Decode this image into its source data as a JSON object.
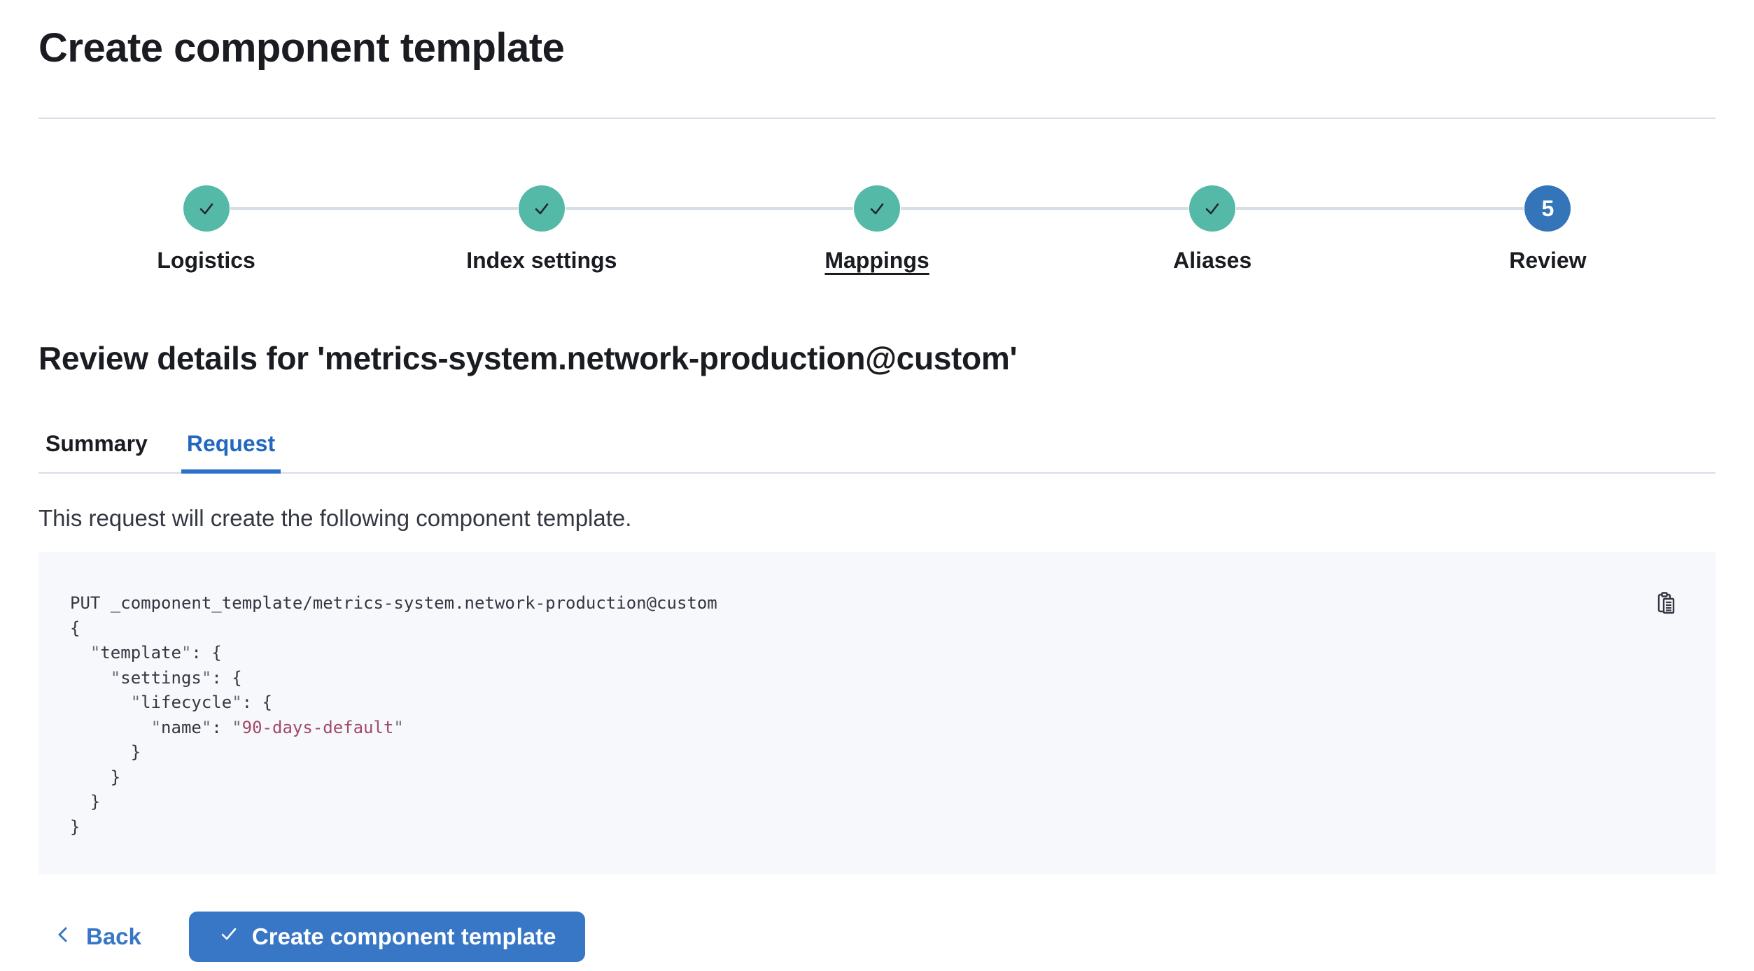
{
  "colors": {
    "primary_blue": "#3876c6",
    "tab_active_blue": "#2268be",
    "step_complete_teal": "#54b9a6",
    "step_current_blue": "#3474b8",
    "code_string_rose": "#a34a68",
    "code_background": "#f6f8fb",
    "heading_text": "#1a1c21",
    "body_text": "#343741",
    "divider_gray": "#d8dee8"
  },
  "page": {
    "title": "Create component template"
  },
  "stepper": {
    "steps": [
      {
        "label": "Logistics",
        "state": "complete",
        "icon": "check-icon",
        "underlined": false
      },
      {
        "label": "Index settings",
        "state": "complete",
        "icon": "check-icon",
        "underlined": false
      },
      {
        "label": "Mappings",
        "state": "complete",
        "icon": "check-icon",
        "underlined": true
      },
      {
        "label": "Aliases",
        "state": "complete",
        "icon": "check-icon",
        "underlined": false
      },
      {
        "label": "Review",
        "state": "current",
        "number": "5",
        "underlined": false
      }
    ]
  },
  "review": {
    "heading": "Review details for 'metrics-system.network-production@custom'",
    "tabs": [
      {
        "label": "Summary",
        "active": false
      },
      {
        "label": "Request",
        "active": true
      }
    ],
    "description": "This request will create the following component template."
  },
  "code_block": {
    "copy_icon": "copy-clipboard-icon",
    "lines": [
      {
        "segments": [
          {
            "t": "PUT _component_template/metrics-system.network-production@custom",
            "c": "plain"
          }
        ]
      },
      {
        "segments": [
          {
            "t": "{",
            "c": "plain"
          }
        ]
      },
      {
        "segments": [
          {
            "t": "  ",
            "c": "plain"
          },
          {
            "t": "\"",
            "c": "punct"
          },
          {
            "t": "template",
            "c": "key"
          },
          {
            "t": "\"",
            "c": "punct"
          },
          {
            "t": ": {",
            "c": "plain"
          }
        ]
      },
      {
        "segments": [
          {
            "t": "    ",
            "c": "plain"
          },
          {
            "t": "\"",
            "c": "punct"
          },
          {
            "t": "settings",
            "c": "key"
          },
          {
            "t": "\"",
            "c": "punct"
          },
          {
            "t": ": {",
            "c": "plain"
          }
        ]
      },
      {
        "segments": [
          {
            "t": "      ",
            "c": "plain"
          },
          {
            "t": "\"",
            "c": "punct"
          },
          {
            "t": "lifecycle",
            "c": "key"
          },
          {
            "t": "\"",
            "c": "punct"
          },
          {
            "t": ": {",
            "c": "plain"
          }
        ]
      },
      {
        "segments": [
          {
            "t": "        ",
            "c": "plain"
          },
          {
            "t": "\"",
            "c": "punct"
          },
          {
            "t": "name",
            "c": "key"
          },
          {
            "t": "\"",
            "c": "punct"
          },
          {
            "t": ": ",
            "c": "plain"
          },
          {
            "t": "\"",
            "c": "punct"
          },
          {
            "t": "90-days-default",
            "c": "string"
          },
          {
            "t": "\"",
            "c": "punct"
          }
        ]
      },
      {
        "segments": [
          {
            "t": "      }",
            "c": "plain"
          }
        ]
      },
      {
        "segments": [
          {
            "t": "    }",
            "c": "plain"
          }
        ]
      },
      {
        "segments": [
          {
            "t": "  }",
            "c": "plain"
          }
        ]
      },
      {
        "segments": [
          {
            "t": "}",
            "c": "plain"
          }
        ]
      }
    ]
  },
  "footer": {
    "back_label": "Back",
    "back_icon": "chevron-left-icon",
    "submit_label": "Create component template",
    "submit_icon": "check-icon"
  }
}
